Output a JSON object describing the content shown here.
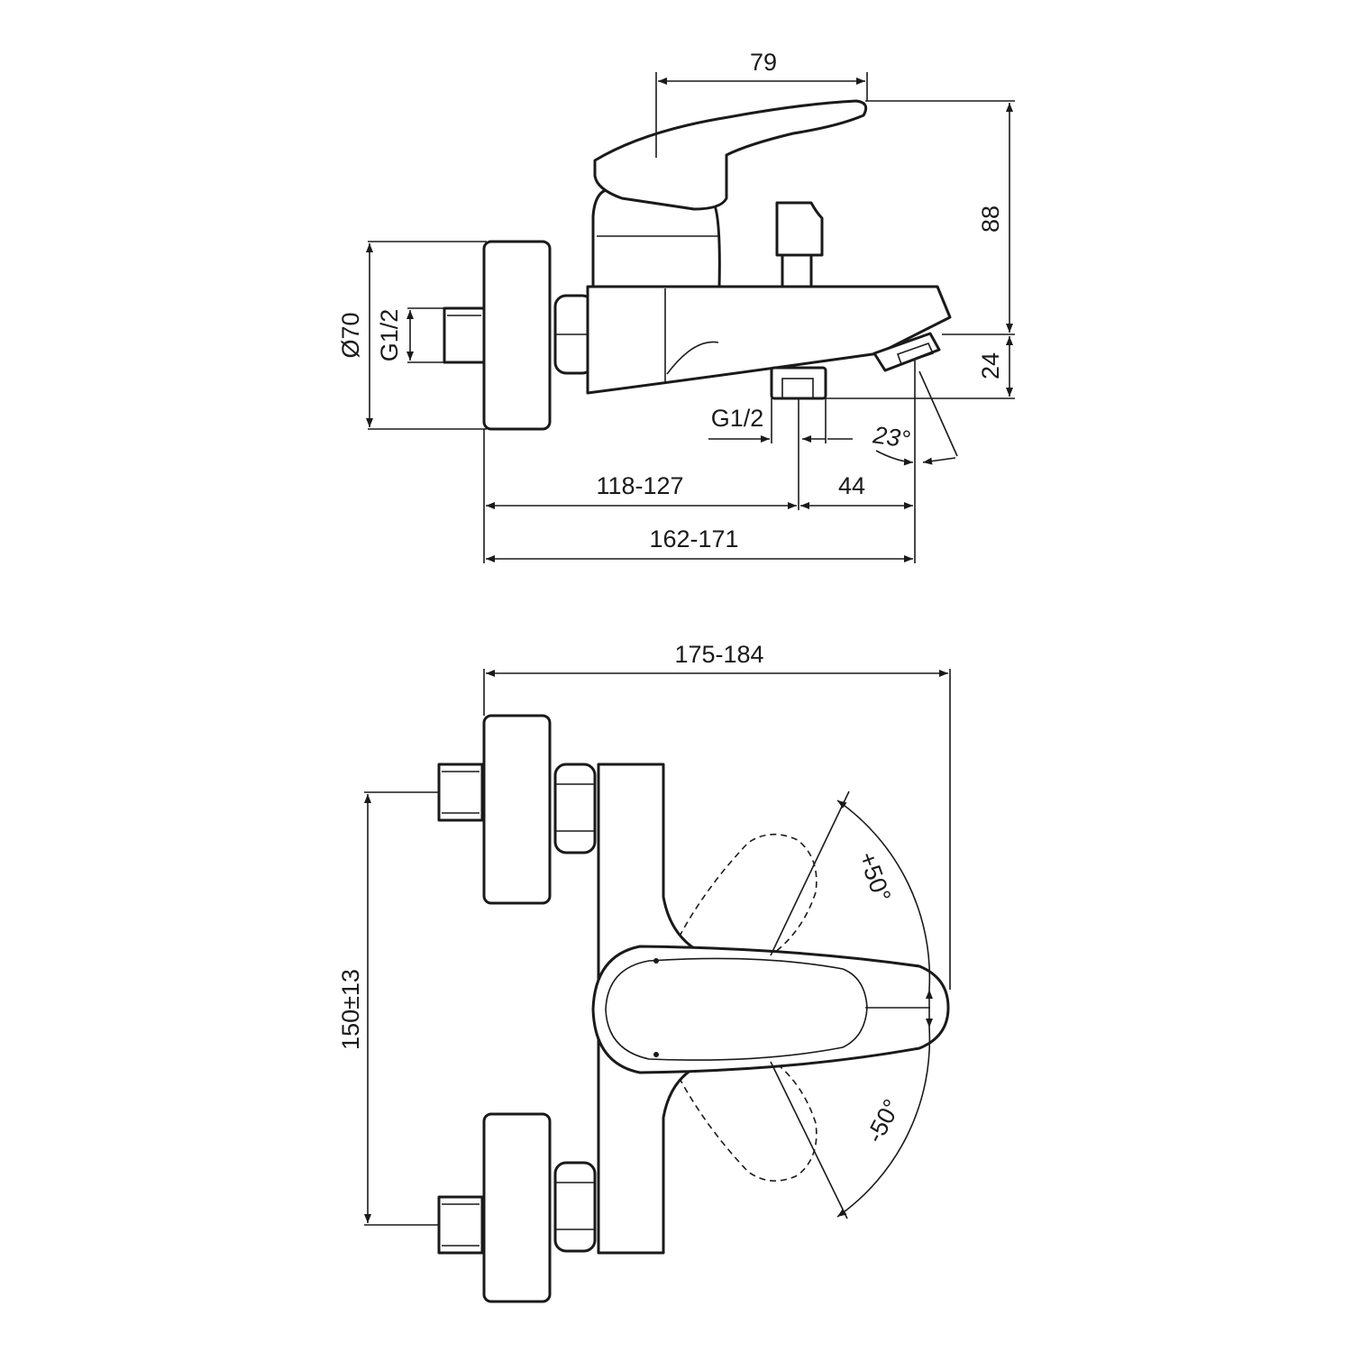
{
  "side_view": {
    "handle_width": "79",
    "height_handle_to_spout": "88",
    "wall_disc_diameter": "Ø70",
    "inlet_thread": "G1/2",
    "outlet_thread": "G1/2",
    "spout_height": "24",
    "spout_angle": "23°",
    "axis_to_outlet": "118-127",
    "outlet_to_spout": "44",
    "total_projection": "162-171"
  },
  "front_view": {
    "overall_width": "175-184",
    "inlet_centres": "150±13",
    "rotation_plus": "+50°",
    "rotation_minus": "-50°"
  },
  "colors": {
    "line": "#1a1a1a",
    "background": "#ffffff"
  }
}
